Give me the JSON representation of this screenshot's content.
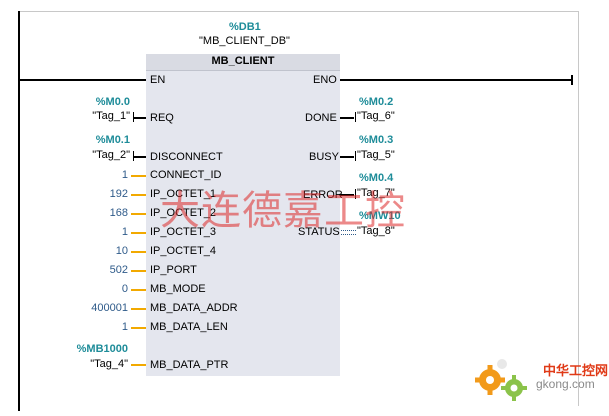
{
  "db": {
    "address": "%DB1",
    "name": "\"MB_CLIENT_DB\""
  },
  "block": {
    "title": "MB_CLIENT"
  },
  "inputs": {
    "en": "EN",
    "req": {
      "pin": "REQ",
      "address": "%M0.0",
      "tag": "\"Tag_1\""
    },
    "disconnect": {
      "pin": "DISCONNECT",
      "address": "%M0.1",
      "tag": "\"Tag_2\""
    },
    "connect_id": {
      "pin": "CONNECT_ID",
      "value": "1"
    },
    "ip_octet_1": {
      "pin": "IP_OCTET_1",
      "value": "192"
    },
    "ip_octet_2": {
      "pin": "IP_OCTET_2",
      "value": "168"
    },
    "ip_octet_3": {
      "pin": "IP_OCTET_3",
      "value": "1"
    },
    "ip_octet_4": {
      "pin": "IP_OCTET_4",
      "value": "10"
    },
    "ip_port": {
      "pin": "IP_PORT",
      "value": "502"
    },
    "mb_mode": {
      "pin": "MB_MODE",
      "value": "0"
    },
    "mb_data_addr": {
      "pin": "MB_DATA_ADDR",
      "value": "400001"
    },
    "mb_data_len": {
      "pin": "MB_DATA_LEN",
      "value": "1"
    },
    "mb_data_ptr": {
      "pin": "MB_DATA_PTR",
      "address": "%MB1000",
      "tag": "\"Tag_4\""
    }
  },
  "outputs": {
    "eno": "ENO",
    "done": {
      "pin": "DONE",
      "address": "%M0.2",
      "tag": "\"Tag_6\""
    },
    "busy": {
      "pin": "BUSY",
      "address": "%M0.3",
      "tag": "\"Tag_5\""
    },
    "error": {
      "pin": "ERROR",
      "address": "%M0.4",
      "tag": "\"Tag_7\""
    },
    "status": {
      "pin": "STATUS",
      "address": "%MW10",
      "tag": "\"Tag_8\""
    }
  },
  "watermark": "大连德嘉工控",
  "logo": {
    "line1": "中华工控网",
    "line2": "gkong.com"
  },
  "colors": {
    "address": "#1e8c99",
    "constant": "#2f5b8a",
    "pin_line": "#f2a900",
    "block": "#e4e6ee",
    "watermark": "#dc2828"
  }
}
